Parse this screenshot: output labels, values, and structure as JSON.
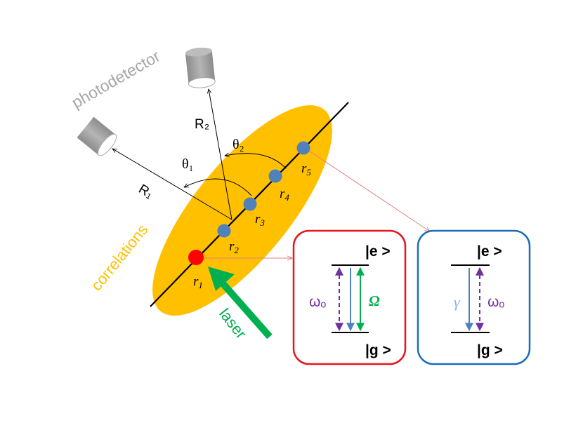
{
  "labels": {
    "photodetector": "photodetector",
    "correlations": "correlations",
    "laser": "laser",
    "R1": "R₁",
    "R2": "R₂",
    "theta1": "θ₁",
    "theta2": "θ₂"
  },
  "atoms": [
    {
      "label_main": "r",
      "label_sub": "1",
      "color": "#ff0000"
    },
    {
      "label_main": "r",
      "label_sub": "2",
      "color": "#4f81bd"
    },
    {
      "label_main": "r",
      "label_sub": "3",
      "color": "#4f81bd"
    },
    {
      "label_main": "r",
      "label_sub": "4",
      "color": "#4f81bd"
    },
    {
      "label_main": "r",
      "label_sub": "5",
      "color": "#4f81bd"
    }
  ],
  "excited_box": {
    "upper_state": "|e >",
    "lower_state": "|g >",
    "omega0": "ωₒ",
    "rabi": "Ω",
    "border_color": "#e8141f"
  },
  "ground_box": {
    "upper_state": "|e >",
    "lower_state": "|g >",
    "gamma": "γ",
    "omega0": "ωₒ",
    "border_color": "#1b6db8"
  },
  "colors": {
    "ellipse": "#ffc000",
    "correlations_text": "#ffc000",
    "laser": "#00b050",
    "detector": "#a6a6a6",
    "photodetector_text": "#a6a6a6",
    "omega_text": "#7030a0",
    "gamma_text": "#8db4e2",
    "rabi_text": "#00b050",
    "connector": "#e07f7f"
  }
}
